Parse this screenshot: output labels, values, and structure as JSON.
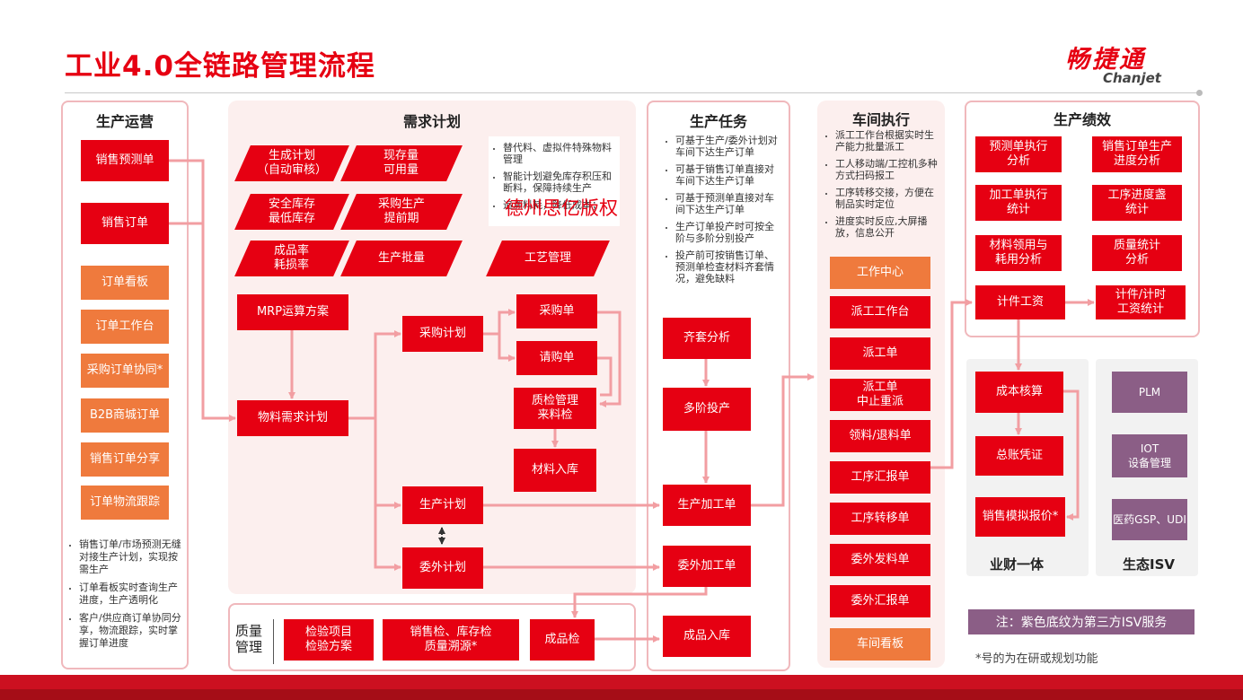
{
  "header": {
    "title": "工业4.0全链路管理流程",
    "logo_cn": "畅捷通",
    "logo_en": "Chanjet"
  },
  "colors": {
    "red": "#e60012",
    "orange": "#ef7a3d",
    "purple": "#8b5e86",
    "pink_line": "#f29ea2"
  },
  "ops": {
    "title": "生产运营",
    "boxes": [
      "销售预测单",
      "销售订单"
    ],
    "orange_boxes": [
      "订单看板",
      "订单工作台",
      "采购订单协同*",
      "B2B商城订单",
      "销售订单分享",
      "订单物流跟踪"
    ],
    "bullets": [
      "销售订单/市场预测无缝对接生产计划，实现按需生产",
      "订单看板实时查询生产进度，生产透明化",
      "客户/供应商订单协同分享，物流跟踪，实时掌握订单进度"
    ]
  },
  "demand": {
    "title": "需求计划",
    "params": [
      "生成计划\n（自动审核）",
      "现存量\n可用量",
      "安全库存\n最低库存",
      "采购生产\n提前期",
      "成品率\n耗损率",
      "生产批量",
      "工艺管理"
    ],
    "bullets": [
      "替代料、虚拟件特殊物料管理",
      "智能计划避免库存积压和断料，保障持续生产",
      "追溯料耗，降低成本；"
    ],
    "mrp": "MRP运算方案",
    "material_plan": "物料需求计划",
    "purchase_plan": "采购计划",
    "purchase_order": "采购单",
    "request_order": "请购单",
    "qc_incoming": "质检管理\n来料检",
    "material_in": "材料入库",
    "production_plan": "生产计划",
    "outsource_plan": "委外计划"
  },
  "watermark": "德州思亿版权",
  "quality": {
    "label": "质量\n管理",
    "items": [
      "检验项目\n检验方案",
      "销售检、库存检\n质量溯源*",
      "成品检"
    ]
  },
  "task": {
    "title": "生产任务",
    "bullets": [
      "可基于生产/委外计划对车间下达生产订单",
      "可基于销售订单直接对车间下达生产订单",
      "可基于预测单直接对车间下达生产订单",
      "生产订单投产时可按全阶与多阶分别投产",
      "投产前可按销售订单、预测单检查材料齐套情况，避免缺料"
    ],
    "boxes": [
      "齐套分析",
      "多阶投产",
      "生产加工单",
      "委外加工单",
      "成品入库"
    ]
  },
  "shop": {
    "title": "车间执行",
    "bullets": [
      "派工工作台根据实时生产能力批量派工",
      "工人移动端/工控机多种方式扫码报工",
      "工序转移交接，方便在制品实时定位",
      "进度实时反应,大屏播放，信息公开"
    ],
    "work_center": "工作中心",
    "boxes": [
      "派工工作台",
      "派工单",
      "派工单\n中止重派",
      "领料/退料单",
      "工序汇报单",
      "工序转移单",
      "委外发料单",
      "委外汇报单"
    ],
    "board": "车间看板"
  },
  "perf": {
    "title": "生产绩效",
    "boxes": [
      "预测单执行\n分析",
      "销售订单生产\n进度分析",
      "加工单执行\n统计",
      "工序进度盏\n统计",
      "材料领用与\n耗用分析",
      "质量统计\n分析",
      "计件工资",
      "计件/计时\n工资统计"
    ]
  },
  "finance": {
    "label": "业财一体",
    "boxes": [
      "成本核算",
      "总账凭证",
      "销售模拟报价*"
    ]
  },
  "isv": {
    "label": "生态ISV",
    "boxes": [
      "PLM",
      "IOT\n设备管理",
      "医药GSP、UDI"
    ]
  },
  "notes": {
    "purple_note": "注：紫色底纹为第三方ISV服务",
    "star_note": "*号的为在研或规划功能"
  }
}
